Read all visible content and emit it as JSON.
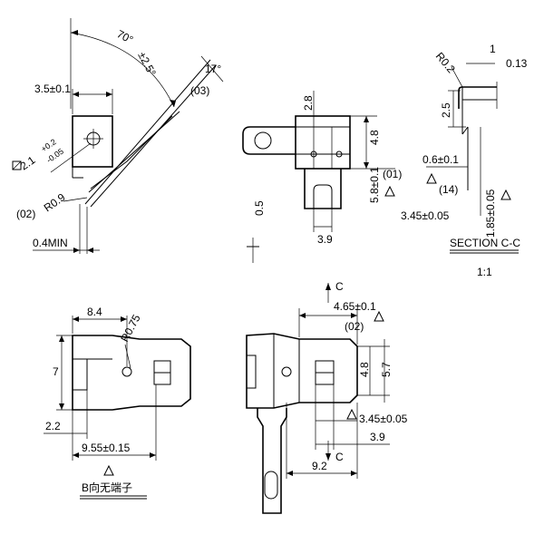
{
  "view_top_left": {
    "angle_label": "70°",
    "angle_tol": "±2.5°",
    "angle_small": "17°",
    "ref_03": "(03)",
    "dim_width": "3.5±0.1",
    "dim_hole": "2.1",
    "dim_hole_plus": "+0.2",
    "dim_hole_minus": "-0.05",
    "ref_02": "(02)",
    "radius": "R0.9",
    "min_thickness": "0.4MIN"
  },
  "view_top_middle": {
    "dim_28": "2.8",
    "dim_48": "4.8",
    "dim_58": "5.8±0.1",
    "ref_01": "(01)",
    "dim_05": "0.5",
    "dim_39": "3.9"
  },
  "section_cc": {
    "radius": "R0.2",
    "dim_1": "1",
    "dim_013": "0.13",
    "dim_25": "2.5",
    "dim_06": "0.6±0.1",
    "ref_14": "(14)",
    "dim_185": "1.85±0.05",
    "dim_345": "3.45±0.05",
    "title": "SECTION C-C",
    "scale": "1:1"
  },
  "view_bottom_left": {
    "dim_84": "8.4",
    "radius": "R0.75",
    "dim_7": "7",
    "dim_22": "2.2",
    "dim_955": "9.55±0.15",
    "caption": "B向无端子"
  },
  "view_bottom_right": {
    "label_c": "C",
    "dim_465": "4.65±0.1",
    "ref_02": "(02)",
    "dim_48": "4.8",
    "dim_57": "5.7",
    "dim_345": "3.45±0.05",
    "dim_39": "3.9",
    "dim_92": "9.2"
  }
}
